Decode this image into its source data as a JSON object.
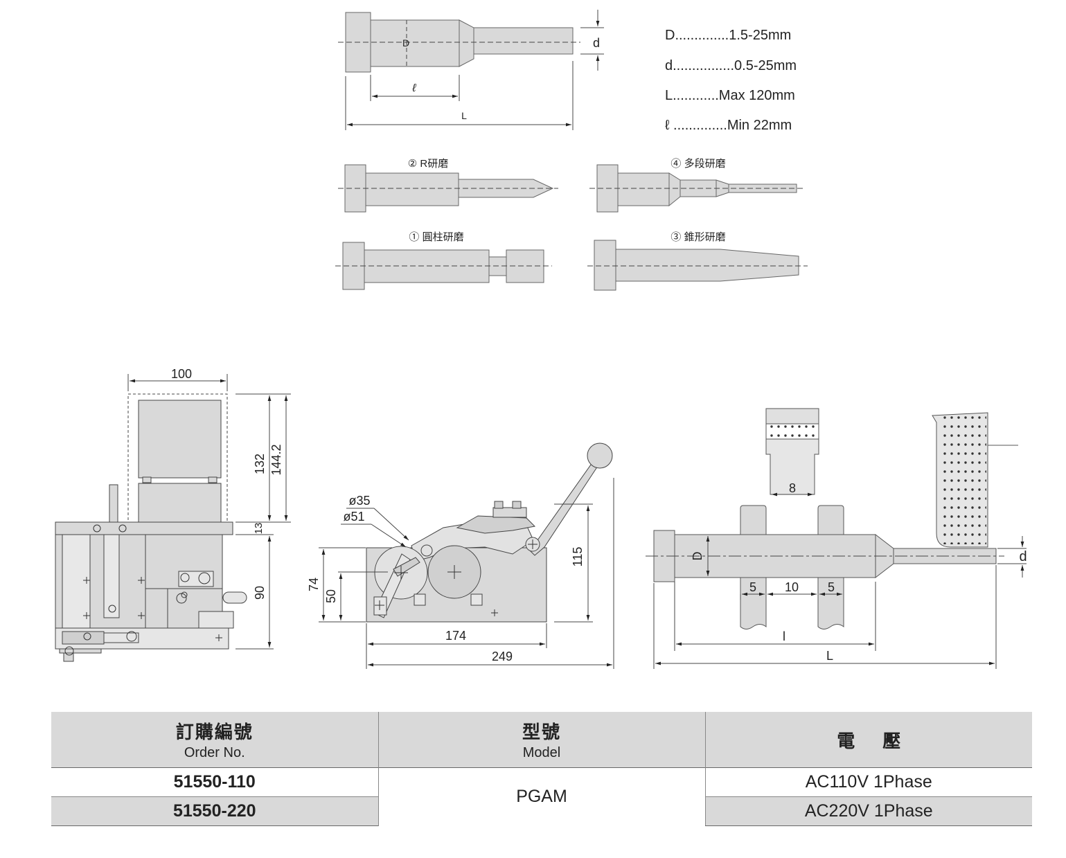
{
  "punch": {
    "label_D": "D",
    "label_d": "d",
    "label_l": "ℓ",
    "label_L": "L"
  },
  "specs": [
    {
      "text": "D..............1.5-25mm"
    },
    {
      "text": "d................0.5-25mm"
    },
    {
      "text": "L............Max 120mm"
    },
    {
      "text": "ℓ ..............Min 22mm"
    }
  ],
  "grind_types": {
    "r": "② R研磨",
    "multi": "④ 多段研磨",
    "cylinder": "① 圓柱研磨",
    "taper": "③ 錐形研磨"
  },
  "front_view": {
    "width": "100",
    "h132": "132",
    "h144": "144.2",
    "h13": "13",
    "h90": "90"
  },
  "side_view": {
    "d35": "ø35",
    "d51": "ø51",
    "h74": "74",
    "h50": "50",
    "w174": "174",
    "w249": "249",
    "h115": "115"
  },
  "detail_view": {
    "w8": "8",
    "D": "D",
    "d": "d",
    "w5a": "5",
    "w10": "10",
    "w5b": "5",
    "l": "l",
    "L": "L"
  },
  "table": {
    "headers": [
      {
        "cn": "訂購編號",
        "en": "Order No."
      },
      {
        "cn": "型號",
        "en": "Model"
      },
      {
        "cn": "電壓",
        "en": ""
      }
    ],
    "rows": [
      {
        "order": "51550-110",
        "voltage": "AC110V 1Phase"
      },
      {
        "order": "51550-220",
        "voltage": "AC220V 1Phase"
      }
    ],
    "model": "PGAM"
  }
}
